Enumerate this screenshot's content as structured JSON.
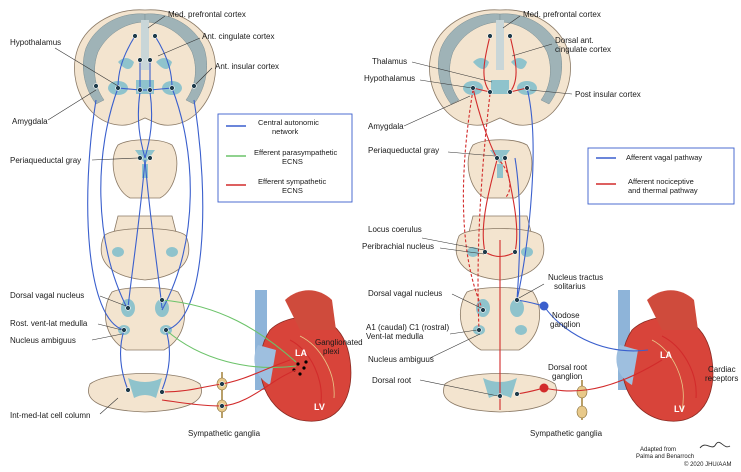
{
  "left_panel": {
    "labels": {
      "med_prefrontal": "Med. prefrontal cortex",
      "hypothalamus": "Hypothalamus",
      "ant_cingulate": "Ant. cingulate cortex",
      "ant_insular": "Ant. insular cortex",
      "amygdala": "Amygdala",
      "periaqueductal": "Periaqueductal gray",
      "dorsal_vagal": "Dorsal vagal nucleus",
      "rost_vent_lat": "Rost. vent-lat medulla",
      "nucleus_ambiguus": "Nucleus ambiguus",
      "int_med_lat": "Int-med-lat cell column",
      "symp_ganglia": "Sympathetic ganglia",
      "ganglionated": "Ganglionated",
      "plexi": "plexi",
      "la": "LA",
      "lv": "LV"
    },
    "legend": [
      {
        "line1": "Central autonomic",
        "line2": "network",
        "color": "#3a5fcd"
      },
      {
        "line1": "Efferent parasympathetic",
        "line2": "ECNS",
        "color": "#6cc36a"
      },
      {
        "line1": "Efferent sympathetic",
        "line2": "ECNS",
        "color": "#d22b2b"
      }
    ]
  },
  "right_panel": {
    "labels": {
      "med_prefrontal": "Med. prefrontal cortex",
      "thalamus": "Thalamus",
      "dorsal_ant_cingulate_1": "Dorsal ant.",
      "dorsal_ant_cingulate_2": "cingulate cortex",
      "hypothalamus": "Hypothalamus",
      "post_insular": "Post insular cortex",
      "amygdala": "Amygdala",
      "periaqueductal": "Periaqueductal gray",
      "locus_coerulus": "Locus coerulus",
      "peribrachial": "Peribrachial nucleus",
      "dorsal_vagal": "Dorsal vagal nucleus",
      "nts_1": "Nucleus tractus",
      "nts_2": "solitarius",
      "a1c1_1": "A1 (caudal) C1 (rostral)",
      "a1c1_2": "Vent-lat medulla",
      "nodose_1": "Nodose",
      "nodose_2": "ganglion",
      "nucleus_ambiguus": "Nucleus ambiguus",
      "dorsal_root": "Dorsal root",
      "drg_1": "Dorsal root",
      "drg_2": "ganglion",
      "symp_ganglia": "Sympathetic ganglia",
      "cardiac_1": "Cardiac",
      "cardiac_2": "receptors",
      "la": "LA",
      "lv": "LV"
    },
    "legend": [
      {
        "line1": "Afferent vagal pathway",
        "line2": "",
        "color": "#3a5fcd"
      },
      {
        "line1": "Afferent nociceptive",
        "line2": "and thermal pathway",
        "color": "#d22b2b"
      }
    ]
  },
  "credits": {
    "adapted_1": "Adapted from",
    "adapted_2": "Palma and Benarroch",
    "copyright": "© 2020 JHU/AAM"
  },
  "colors": {
    "blue": "#3a5fcd",
    "green": "#6cc36a",
    "red": "#d22b2b",
    "tissue": "#f3e4cf",
    "nucleus": "#8fc3cc"
  }
}
